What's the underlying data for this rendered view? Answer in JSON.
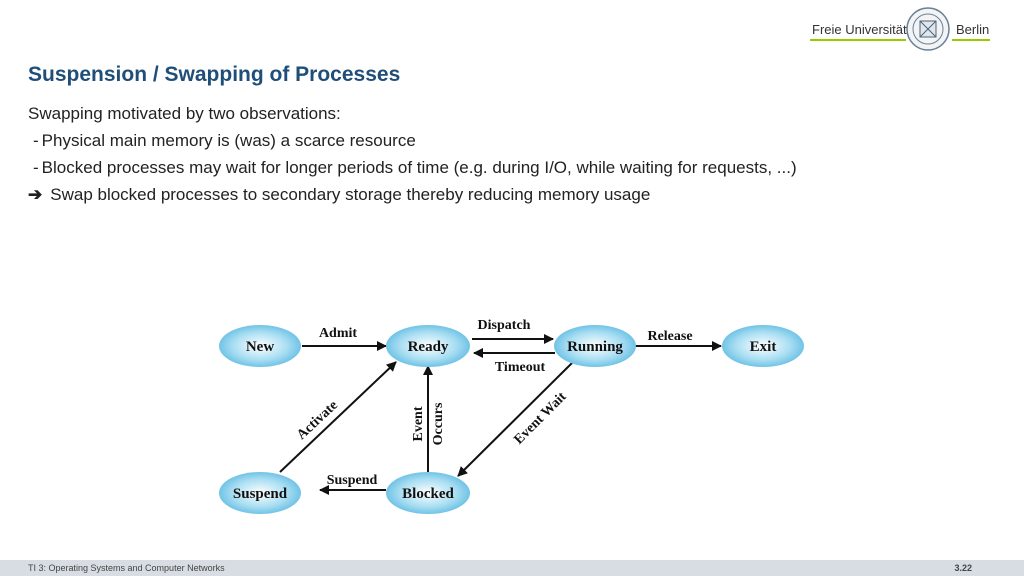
{
  "header": {
    "logo_left": "Freie Universität",
    "logo_right": "Berlin",
    "seal_icon": "university-seal-icon",
    "accent_color": "#99cc00"
  },
  "slide": {
    "title": "Suspension / Swapping of Processes",
    "intro": "Swapping motivated by two observations:",
    "bullets": [
      "Physical main memory is (was) a scarce resource",
      "Blocked processes may wait for longer periods of time (e.g. during I/O, while waiting for requests, ...)"
    ],
    "conclusion": "Swap blocked processes to secondary storage thereby reducing memory usage",
    "conclusion_icon": "right-arrow-icon"
  },
  "diagram": {
    "nodes": {
      "new": "New",
      "ready": "Ready",
      "running": "Running",
      "exit": "Exit",
      "suspend": "Suspend",
      "blocked": "Blocked"
    },
    "edges": {
      "admit": "Admit",
      "dispatch": "Dispatch",
      "timeout": "Timeout",
      "release": "Release",
      "activate": "Activate",
      "event": "Event",
      "occurs": "Occurs",
      "event_wait": "Event Wait",
      "suspend": "Suspend"
    }
  },
  "footer": {
    "course": "TI 3: Operating Systems and Computer Networks",
    "page": "3.22"
  }
}
